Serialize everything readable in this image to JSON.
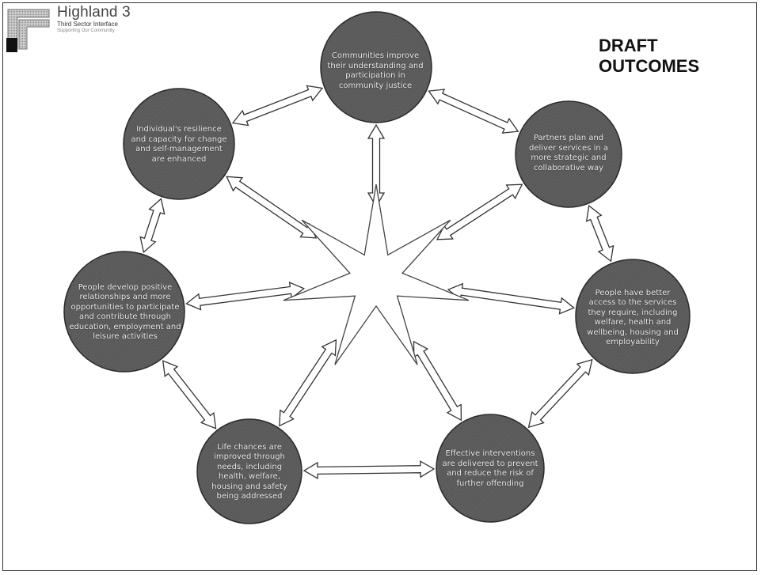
{
  "logo": {
    "name": "Highland 3",
    "subtitle": "Third Sector Interface",
    "tagline": "Supporting Our Community"
  },
  "title_line1": "DRAFT",
  "title_line2": "OUTCOMES",
  "outcomes": [
    {
      "id": "communities",
      "text": "Communities improve their understanding and participation in community justice"
    },
    {
      "id": "partners",
      "text": "Partners plan and deliver services in a more strategic and collaborative way"
    },
    {
      "id": "access",
      "text": "People have better access to the services they require, including welfare, health and wellbeing, housing and employability"
    },
    {
      "id": "interventions",
      "text": "Effective interventions are delivered to prevent and reduce the risk of further offending"
    },
    {
      "id": "life-chances",
      "text": "Life chances are improved through needs, including health, welfare, housing and safety being addressed"
    },
    {
      "id": "relationships",
      "text": "People develop positive relationships and more opportunities to participate and contribute through education, employment and leisure activities"
    },
    {
      "id": "resilience",
      "text": "Individual's resilience and capacity for change and self-management are enhanced"
    }
  ],
  "colors": {
    "node_fill": "#5a5a5a",
    "node_stroke": "#2a2a2a",
    "arrow_stroke": "#333333",
    "star_stroke": "#444444"
  }
}
